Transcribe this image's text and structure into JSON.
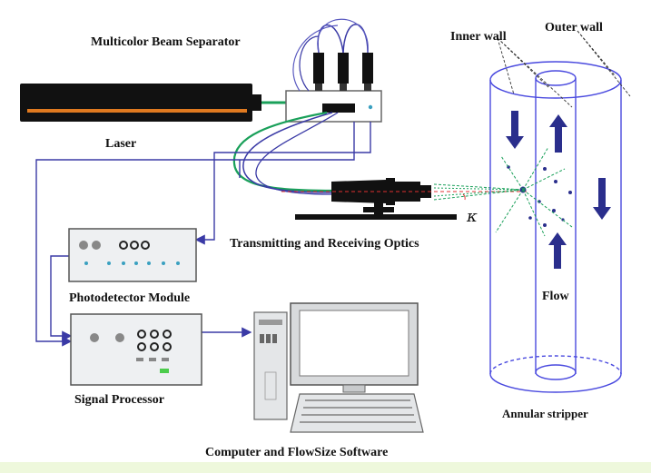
{
  "labels": {
    "beam_separator": "Multicolor Beam Separator",
    "laser": "Laser",
    "optics": "Transmitting and Receiving Optics",
    "photodetector": "Photodetector Module",
    "signal_processor": "Signal Processor",
    "computer": "Computer and FlowSize Software",
    "inner_wall": "Inner wall",
    "outer_wall": "Outer wall",
    "flow": "Flow",
    "annular_stripper": "Annular stripper",
    "kappa": "κ"
  },
  "colors": {
    "fiber_blue": "#3a3aa6",
    "fiber_green": "#1aa05a",
    "arrow_navy": "#2a2e8c",
    "beam_red": "#e03030",
    "cylinder": "#4a4adf",
    "laser_orange": "#e07a20",
    "indicator_teal": "#3aa0c0",
    "indicator_green": "#4ccc4c"
  }
}
